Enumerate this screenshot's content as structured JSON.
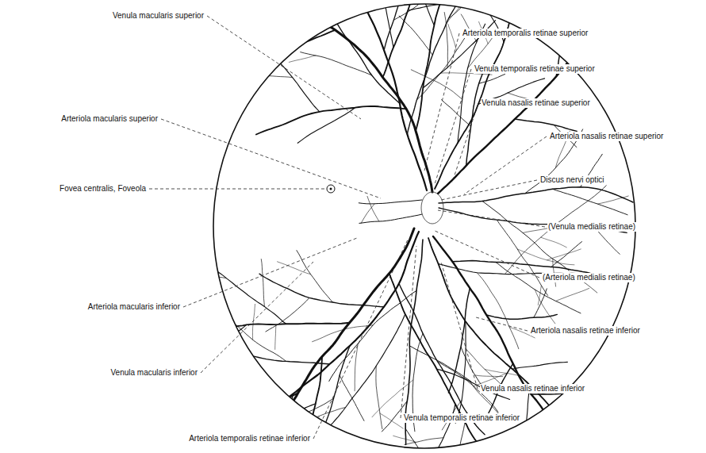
{
  "diagram": {
    "labels": [
      "Venula macularis superior",
      "Arteriola temporalis retinae superior",
      "Venula temporalis retinae superior",
      "Venula nasalis retinae superior",
      "Arteriola macularis superior",
      "Arteriola nasalis retinae superior",
      "Discus nervi optici",
      "Fovea centralis, Foveola",
      "(Venula medialis retinae)",
      "(Arteriola medialis retinae)",
      "Arteriola macularis inferior",
      "Arteriola nasalis retinae inferior",
      "Venula macularis inferior",
      "Venula nasalis retinae inferior",
      "Venula temporalis retinae inferior",
      "Arteriola temporalis retinae inferior"
    ]
  }
}
